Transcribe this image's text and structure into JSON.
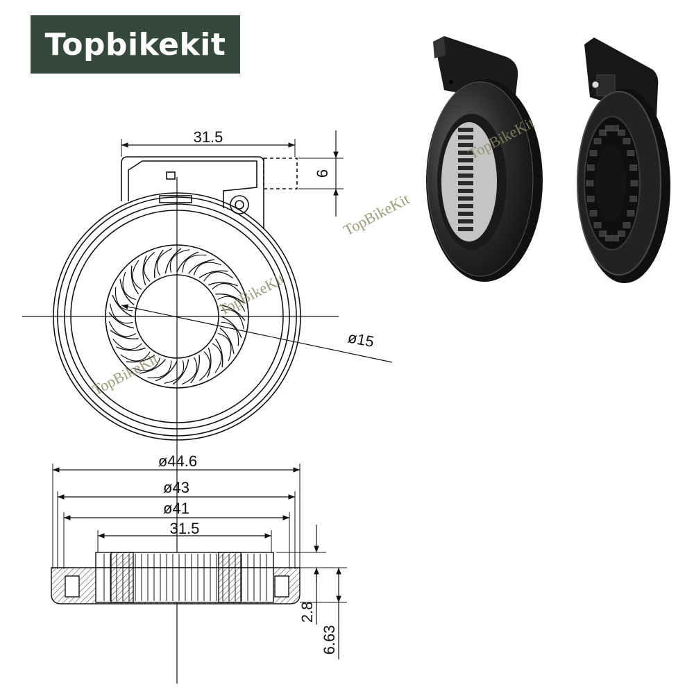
{
  "brand": {
    "name": "Topbikekit"
  },
  "watermark": {
    "text": "TopBikeKit"
  },
  "top_view": {
    "width_dim": "31.5",
    "connector_height_dim": "6",
    "inner_diameter_dim": "ø15"
  },
  "side_view": {
    "outer_diameter_dim": "ø44.6",
    "diameter_2_dim": "ø43",
    "diameter_3_dim": "ø41",
    "inner_width_dim": "31.5",
    "thickness_dim": "2.8",
    "total_height_dim": "6.63"
  },
  "product_photos": {
    "photo_1": "front-view",
    "photo_2": "back-view"
  }
}
